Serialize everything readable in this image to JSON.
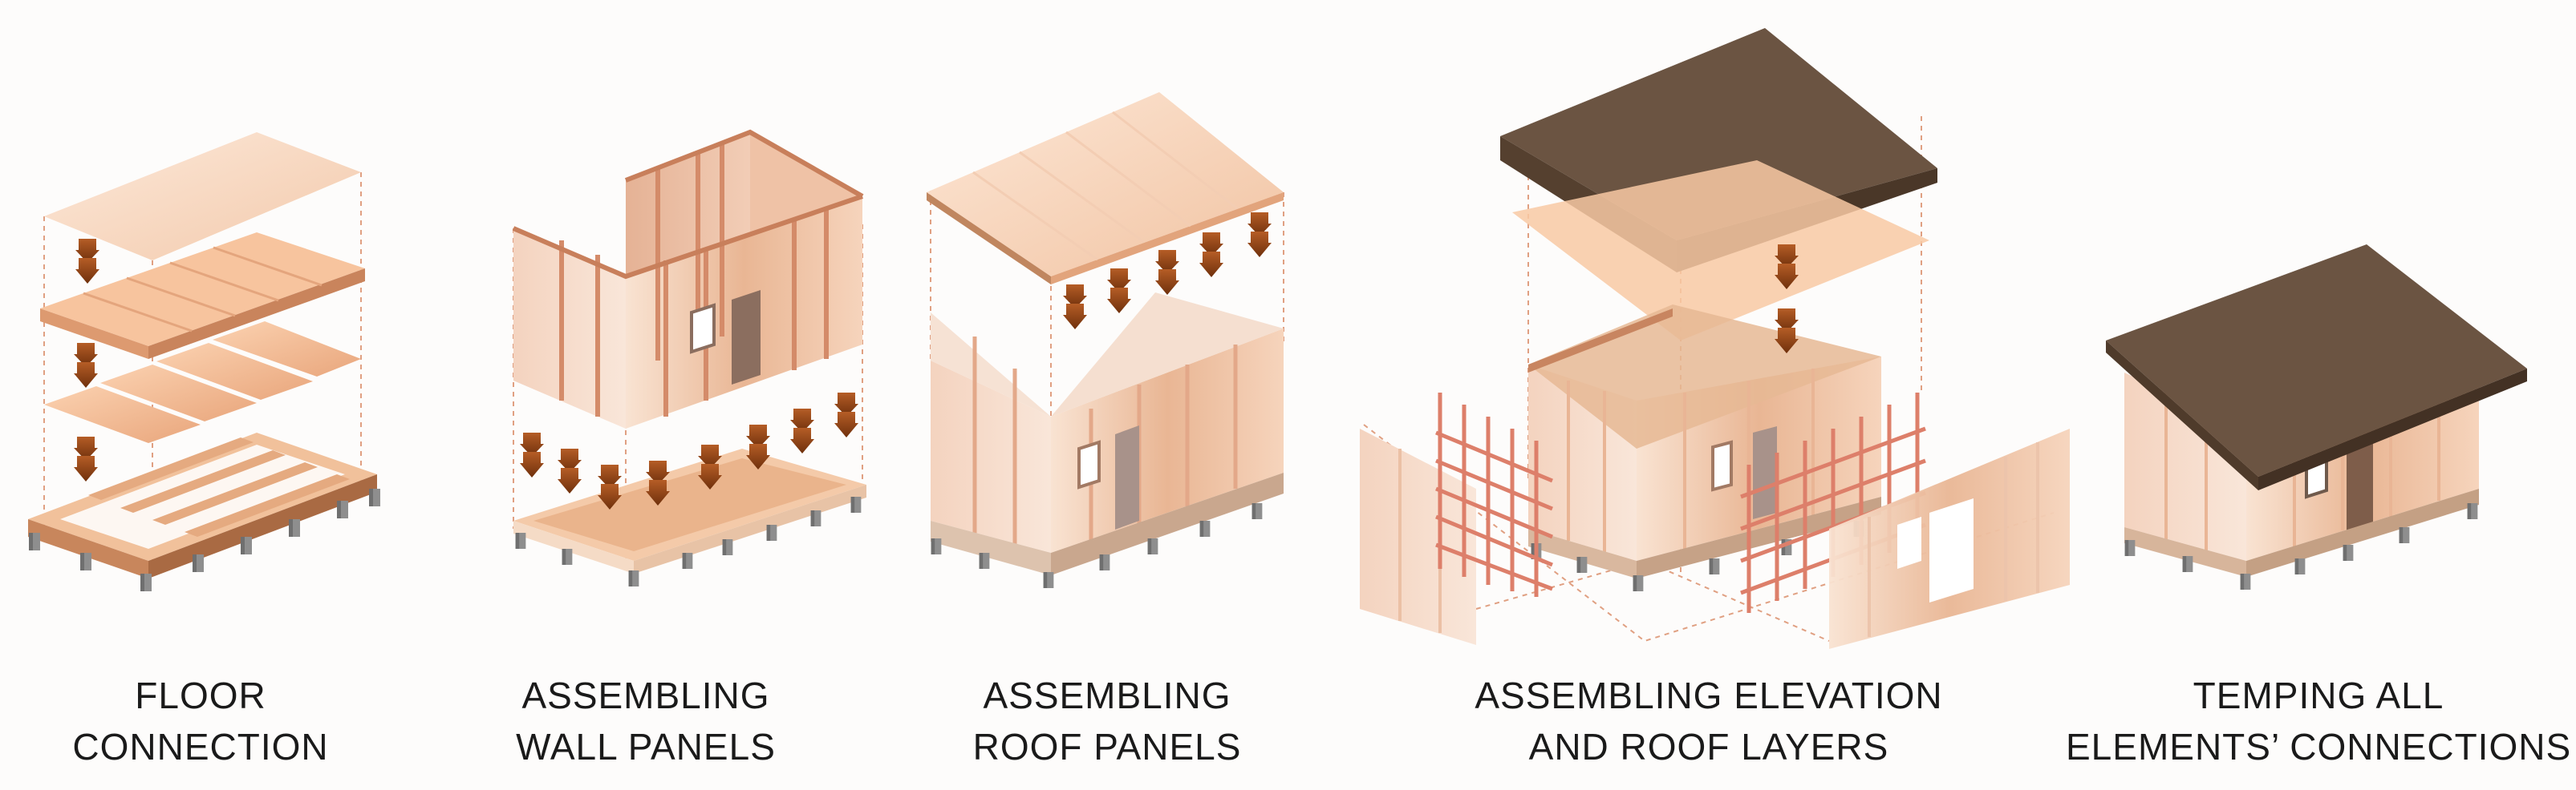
{
  "steps": [
    {
      "line1": "FLOOR",
      "line2": "CONNECTION"
    },
    {
      "line1": "ASSEMBLING",
      "line2": "WALL PANELS"
    },
    {
      "line1": "ASSEMBLING",
      "line2": "ROOF PANELS"
    },
    {
      "line1": "ASSEMBLING ELEVATION",
      "line2": "AND ROOF LAYERS"
    },
    {
      "line1": "TEMPING ALL",
      "line2": "ELEMENTS’ CONNECTIONS"
    }
  ],
  "colors": {
    "wood_light": "#f6d9bf",
    "wood_mid": "#eab796",
    "wood_dark": "#c98864",
    "roof_brown": "#6b5442",
    "arrow": "#8a4016",
    "rebar": "#dd7f6a",
    "leg": "#8e8e8e"
  }
}
